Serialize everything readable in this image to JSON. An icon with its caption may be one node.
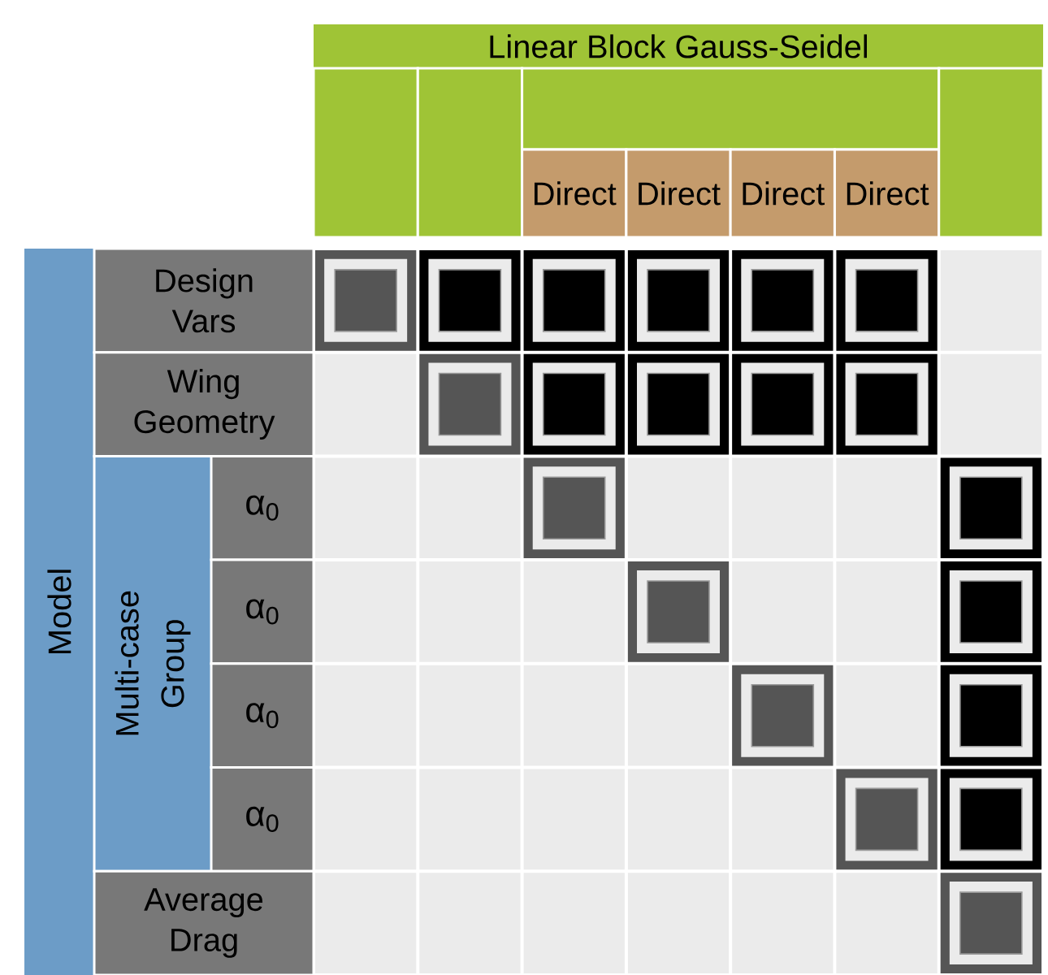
{
  "diagram": {
    "nodes": [
      {
        "text": [
          "Linear Block Gauss-Seidel"
        ]
      },
      {
        "text": [],
        "shape": "box",
        "in": 0
      },
      {
        "text": [],
        "shape": "box",
        "in": 0
      },
      {
        "text": [],
        "shape": "box",
        "in": 0
      },
      {
        "text": [
          "Direct"
        ],
        "in": 0
      },
      {
        "text": [
          "Direct"
        ],
        "in": 0
      },
      {
        "text": [
          "Direct"
        ],
        "in": 0
      },
      {
        "text": [
          "Direct"
        ],
        "in": 0
      },
      {
        "text": [],
        "shape": "box",
        "in": 0
      },
      {
        "text": [
          "Model"
        ]
      },
      {
        "text": [
          "Design Vars"
        ],
        "in": 9
      },
      {
        "text": [
          "Wing Geometry"
        ],
        "in": 9
      },
      {
        "text": [
          "Multi-case Group"
        ],
        "in": 9
      },
      {
        "text": [
          "α$_{0}$"
        ],
        "in": 12
      },
      {
        "text": [
          "α$_{0}$"
        ],
        "in": 12
      },
      {
        "text": [
          "α$_{0}$"
        ],
        "in": 12
      },
      {
        "text": [
          "α$_{0}$"
        ],
        "in": 12
      },
      {
        "text": [
          "Average Drag"
        ],
        "in": 9
      },
      {
        "text": [],
        "shape": "box"
      },
      {
        "text": [],
        "shape": "box"
      },
      {
        "text": [],
        "shape": "box"
      },
      {
        "text": [],
        "shape": "box"
      },
      {
        "text": [],
        "shape": "box"
      },
      {
        "text": [],
        "shape": "box"
      },
      {
        "text": [],
        "shape": "box"
      },
      {
        "text": [],
        "shape": "box"
      },
      {
        "text": [],
        "shape": "box"
      },
      {
        "text": [],
        "shape": "box"
      },
      {
        "text": [],
        "shape": "box"
      },
      {
        "text": [],
        "shape": "box"
      },
      {
        "text": [],
        "shape": "box"
      },
      {
        "text": [],
        "shape": "box"
      },
      {
        "text": [],
        "shape": "box"
      },
      {
        "text": [],
        "shape": "box"
      },
      {
        "text": [],
        "shape": "box"
      },
      {
        "text": [],
        "shape": "box"
      },
      {
        "text": [],
        "shape": "box"
      },
      {
        "text": [],
        "shape": "box"
      }
    ]
  }
}
